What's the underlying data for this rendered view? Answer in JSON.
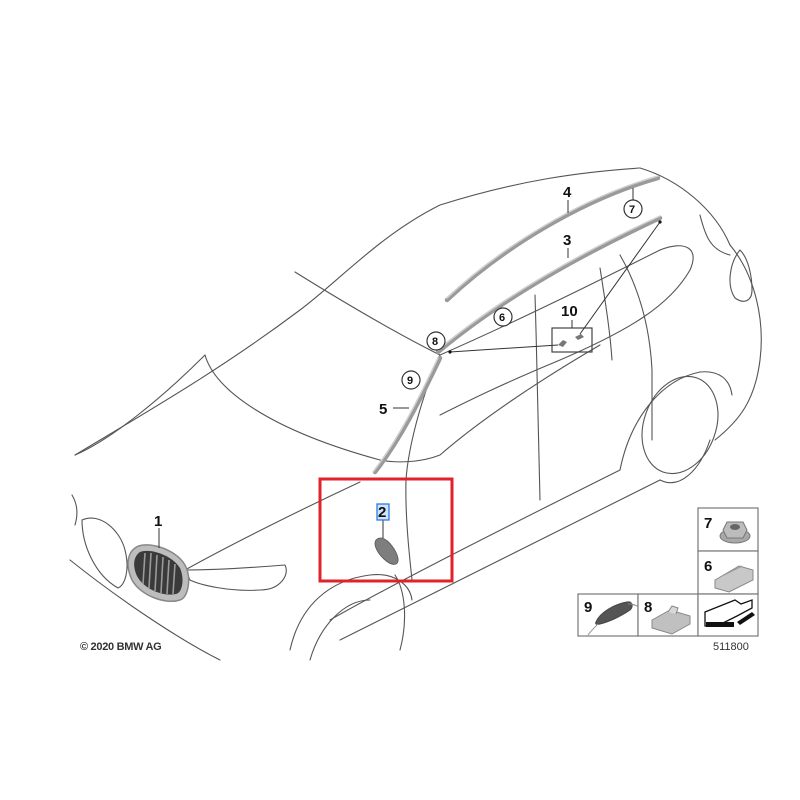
{
  "diagram": {
    "copyright": "© 2020 BMW AG",
    "diagram_number": "511800",
    "highlight_color": "#e0222b",
    "selected_callout_color": "#2b7de0",
    "callouts": {
      "c1": "1",
      "c2": "2",
      "c3": "3",
      "c4": "4",
      "c5": "5",
      "c10": "10"
    },
    "circled_refs": {
      "r6": "6",
      "r7": "7",
      "r8": "8",
      "r9": "9"
    },
    "legend": {
      "items": [
        {
          "number": "7",
          "icon": "nut-icon"
        },
        {
          "number": "6",
          "icon": "clip-icon"
        },
        {
          "number": "9",
          "icon": "seal-strip-icon"
        },
        {
          "number": "8",
          "icon": "bracket-icon"
        },
        {
          "number": "",
          "icon": "direction-arrow-icon"
        }
      ]
    }
  }
}
